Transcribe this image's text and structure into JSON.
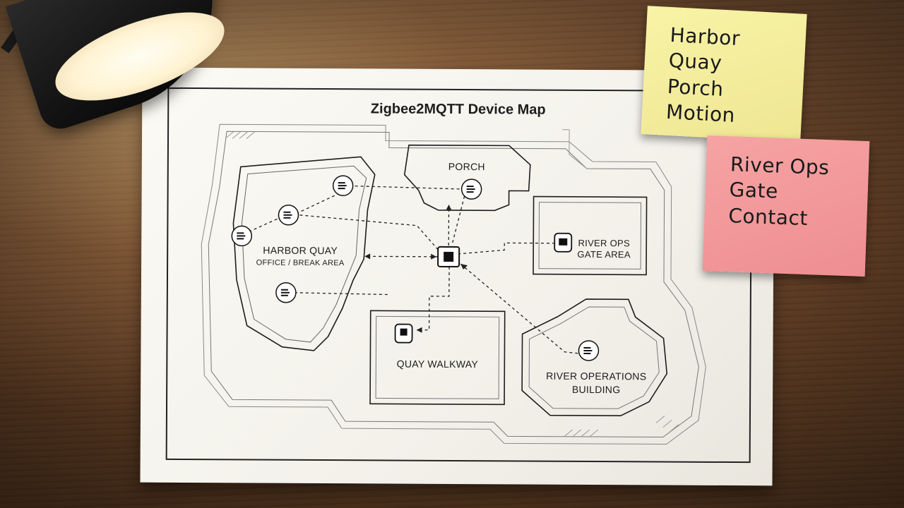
{
  "map": {
    "title": "Zigbee2MQTT Device Map",
    "areas": {
      "porch": "PORCH",
      "harbor_quay": "HARBOR QUAY",
      "harbor_quay_sub": "OFFICE / BREAK AREA",
      "river_ops_gate_line1": "RIVER OPS",
      "river_ops_gate_line2": "GATE AREA",
      "quay_walkway": "QUAY WALKWAY",
      "river_ops_building_line1": "RIVER OPERATIONS",
      "river_ops_building_line2": "BUILDING"
    },
    "icons": {
      "coordinator": "zigbee-coordinator-icon",
      "router": "zigbee-router-icon",
      "contact": "contact-sensor-icon"
    }
  },
  "notes": {
    "yellow": {
      "lines": [
        "Harbor Quay",
        "Porch",
        "Motion"
      ],
      "color": "#f4ee9d"
    },
    "pink": {
      "lines": [
        "River Ops",
        "Gate",
        "Contact"
      ],
      "color": "#f29a9c"
    }
  },
  "colors": {
    "paper": "#f7f5ef",
    "ink": "#1d1d1d",
    "desk": "#6a4429"
  }
}
